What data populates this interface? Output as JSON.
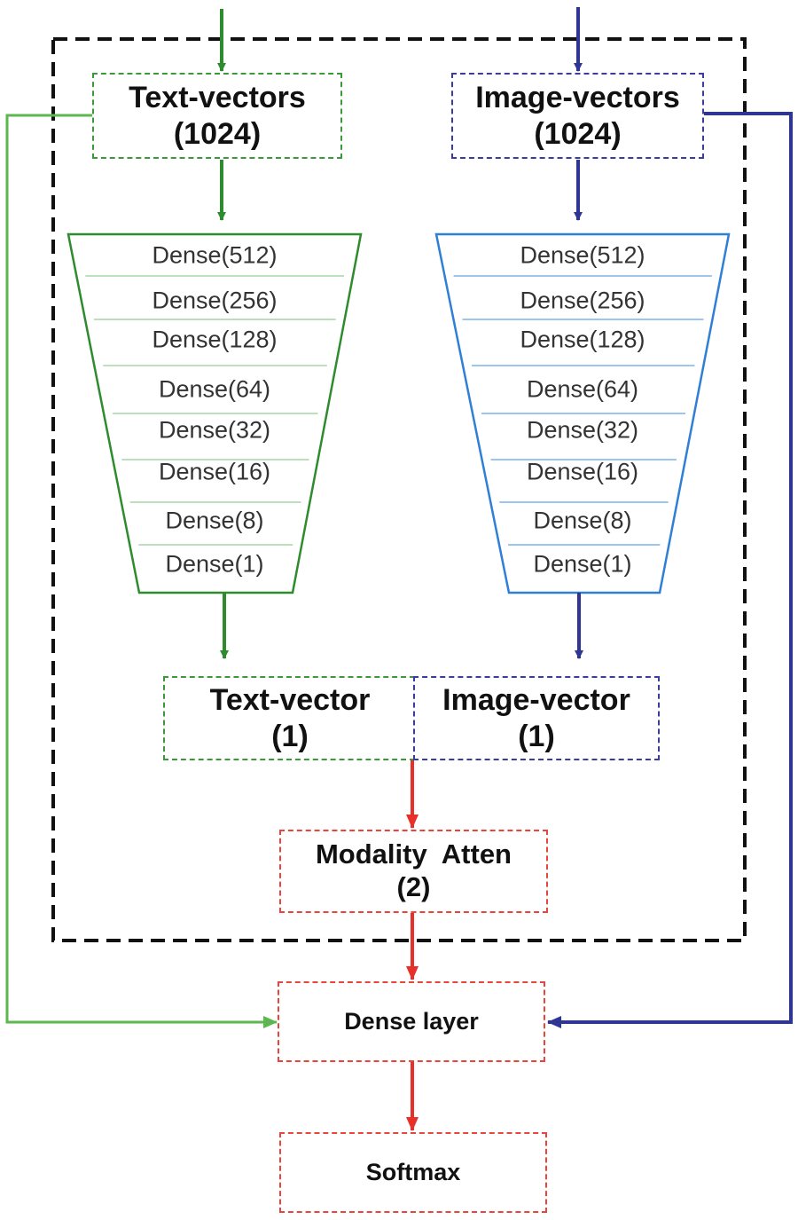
{
  "colors": {
    "text_branch": "#2e8b2e",
    "image_branch": "#2e3592",
    "image_trapezoid": "#2f7fd6",
    "attention_flow": "#e8302a",
    "container": "#111111"
  },
  "text_input": {
    "line1": "Text-vectors",
    "line2": "(1024)"
  },
  "image_input": {
    "line1": "Image-vectors",
    "line2": "(1024)"
  },
  "text_encoder": {
    "layers": [
      "Dense(512)",
      "Dense(256)",
      "Dense(128)",
      "Dense(64)",
      "Dense(32)",
      "Dense(16)",
      "Dense(8)",
      "Dense(1)"
    ]
  },
  "image_encoder": {
    "layers": [
      "Dense(512)",
      "Dense(256)",
      "Dense(128)",
      "Dense(64)",
      "Dense(32)",
      "Dense(16)",
      "Dense(8)",
      "Dense(1)"
    ]
  },
  "text_vector": {
    "line1": "Text-vector",
    "line2": "(1)"
  },
  "image_vector": {
    "line1": "Image-vector",
    "line2": "(1)"
  },
  "modality_attention": {
    "line1": "Modality  Atten",
    "line2": "(2)"
  },
  "dense_layer": {
    "label": "Dense layer"
  },
  "softmax": {
    "label": "Softmax"
  }
}
